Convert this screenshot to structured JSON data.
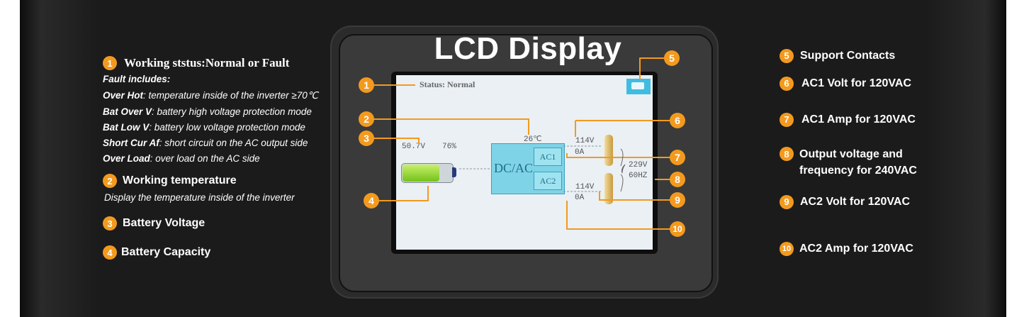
{
  "lcd_title": "LCD Display",
  "left": {
    "item1": {
      "num": "1",
      "title": "Working ststus:Normal or Fault"
    },
    "fault_header": "Fault includes:",
    "faults": [
      {
        "name": "Over Hot",
        "desc": ": temperature inside of the inverter ≥70℃"
      },
      {
        "name": "Bat Over V",
        "desc": ": battery high voltage protection mode"
      },
      {
        "name": "Bat Low V",
        "desc": ":  battery low voltage protection mode"
      },
      {
        "name": "Short Cur Af",
        "desc": ": short circuit on the AC output side"
      },
      {
        "name": "Over Load",
        "desc": ": over load on the AC side"
      }
    ],
    "item2": {
      "num": "2",
      "title": "Working temperature",
      "desc": "Display the temperature inside of the inverter"
    },
    "item3": {
      "num": "3",
      "title": "Battery Voltage"
    },
    "item4": {
      "num": "4",
      "title": "Battery  Capacity"
    }
  },
  "right": [
    {
      "num": "5",
      "label": "Support Contacts"
    },
    {
      "num": "6",
      "label": "AC1 Volt for 120VAC"
    },
    {
      "num": "7",
      "label": "AC1 Amp  for 120VAC"
    },
    {
      "num": "8",
      "label": "Output voltage and",
      "label2": "frequency for 240VAC"
    },
    {
      "num": "9",
      "label": "AC2 Volt for 120VAC"
    },
    {
      "num": "10",
      "label": "AC2 Amp for 120VAC"
    }
  ],
  "screen": {
    "status": "Status: Normal",
    "temp": "26℃",
    "battery_voltage": "50.7V",
    "battery_capacity": "76%",
    "dcac": "DC/AC",
    "ac1": "AC1",
    "ac2": "AC2",
    "ac1_volt": "114V",
    "ac1_amp": "0A",
    "out_volt": "229V",
    "out_freq": "60HZ",
    "ac2_volt": "114V",
    "ac2_amp": "0A",
    "battery_fill": 0.76
  },
  "callouts": [
    "1",
    "2",
    "3",
    "4",
    "5",
    "6",
    "7",
    "8",
    "9",
    "10"
  ],
  "colors": {
    "accent": "#f39a1e",
    "screen_bg": "#eaf0f4",
    "box": "#7fd3e6",
    "battery": "#8bd32a"
  }
}
